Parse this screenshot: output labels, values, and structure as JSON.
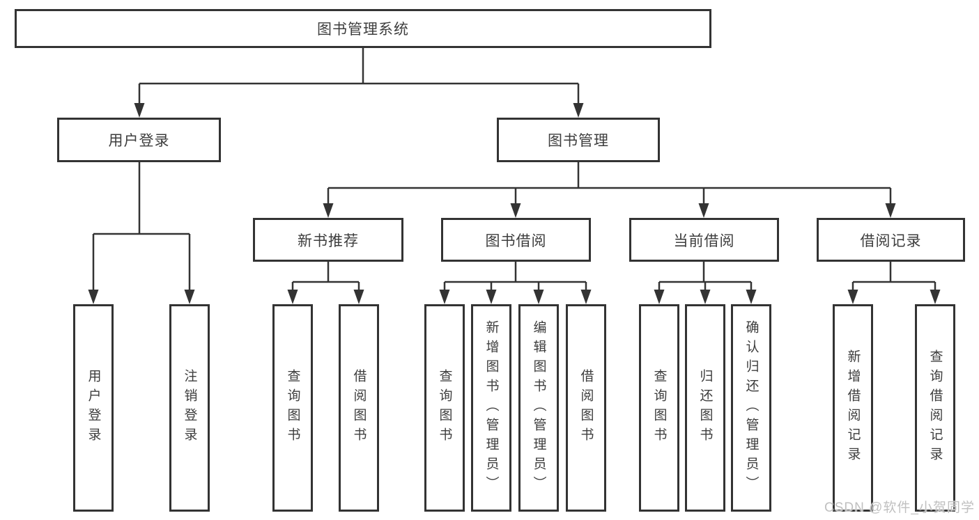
{
  "diagram": {
    "root": {
      "label": "图书管理系统"
    },
    "level1": [
      {
        "label": "用户登录"
      },
      {
        "label": "图书管理"
      }
    ],
    "level2": [
      {
        "label": "新书推荐",
        "parent": "图书管理"
      },
      {
        "label": "图书借阅",
        "parent": "图书管理"
      },
      {
        "label": "当前借阅",
        "parent": "图书管理"
      },
      {
        "label": "借阅记录",
        "parent": "图书管理"
      }
    ],
    "leaves": [
      {
        "label": "用户登录",
        "parent": "用户登录"
      },
      {
        "label": "注销登录",
        "parent": "用户登录"
      },
      {
        "label": "查询图书",
        "parent": "新书推荐"
      },
      {
        "label": "借阅图书",
        "parent": "新书推荐"
      },
      {
        "label": "查询图书",
        "parent": "图书借阅"
      },
      {
        "label": "新增图书（管理员）",
        "parent": "图书借阅"
      },
      {
        "label": "编辑图书（管理员）",
        "parent": "图书借阅"
      },
      {
        "label": "借阅图书",
        "parent": "图书借阅"
      },
      {
        "label": "查询图书",
        "parent": "当前借阅"
      },
      {
        "label": "归还图书",
        "parent": "当前借阅"
      },
      {
        "label": "确认归还（管理员）",
        "parent": "当前借阅"
      },
      {
        "label": "新增借阅记录",
        "parent": "借阅记录"
      },
      {
        "label": "查询借阅记录",
        "parent": "借阅记录"
      }
    ],
    "watermark": "CSDN @软件_小贺同学",
    "colors": {
      "line": "#333333",
      "text": "#3d3d3d",
      "watermark": "#c0c0c0",
      "background": "#ffffff"
    }
  }
}
